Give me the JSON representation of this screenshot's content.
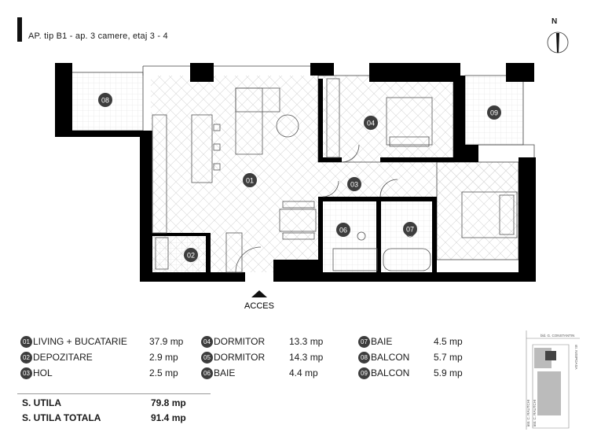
{
  "header": {
    "title": "AP. tip B1 - ap. 3 camere, etaj 3 - 4",
    "north": "N"
  },
  "plan": {
    "entrance": "ACCES"
  },
  "rooms": [
    {
      "num": "01",
      "name": "LIVING + BUCATARIE",
      "area": "37.9 mp"
    },
    {
      "num": "02",
      "name": "DEPOZITARE",
      "area": "2.9 mp"
    },
    {
      "num": "03",
      "name": "HOL",
      "area": "2.5 mp"
    },
    {
      "num": "04",
      "name": "DORMITOR",
      "area": "13.3 mp"
    },
    {
      "num": "05",
      "name": "DORMITOR",
      "area": "14.3 mp"
    },
    {
      "num": "06",
      "name": "BAIE",
      "area": "4.4 mp"
    },
    {
      "num": "07",
      "name": "BAIE",
      "area": "4.5 mp"
    },
    {
      "num": "08",
      "name": "BALCON",
      "area": "5.7 mp"
    },
    {
      "num": "09",
      "name": "BALCON",
      "area": "5.9 mp"
    }
  ],
  "totals": {
    "useful_label": "S. UTILA",
    "useful_value": "79.8 mp",
    "total_label": "S. UTILA TOTALA",
    "total_value": "91.4 mp"
  },
  "location_map": {
    "street_1": "bld. G. CONSTANTIN",
    "street_2": "str. NISIPOASA",
    "street_3": "intr. C. RAUTCHI",
    "street_4": "intr. C. RAUTCHI"
  },
  "colors": {
    "wall": "#000000",
    "badge": "#3d3d3d",
    "line": "#444444"
  }
}
